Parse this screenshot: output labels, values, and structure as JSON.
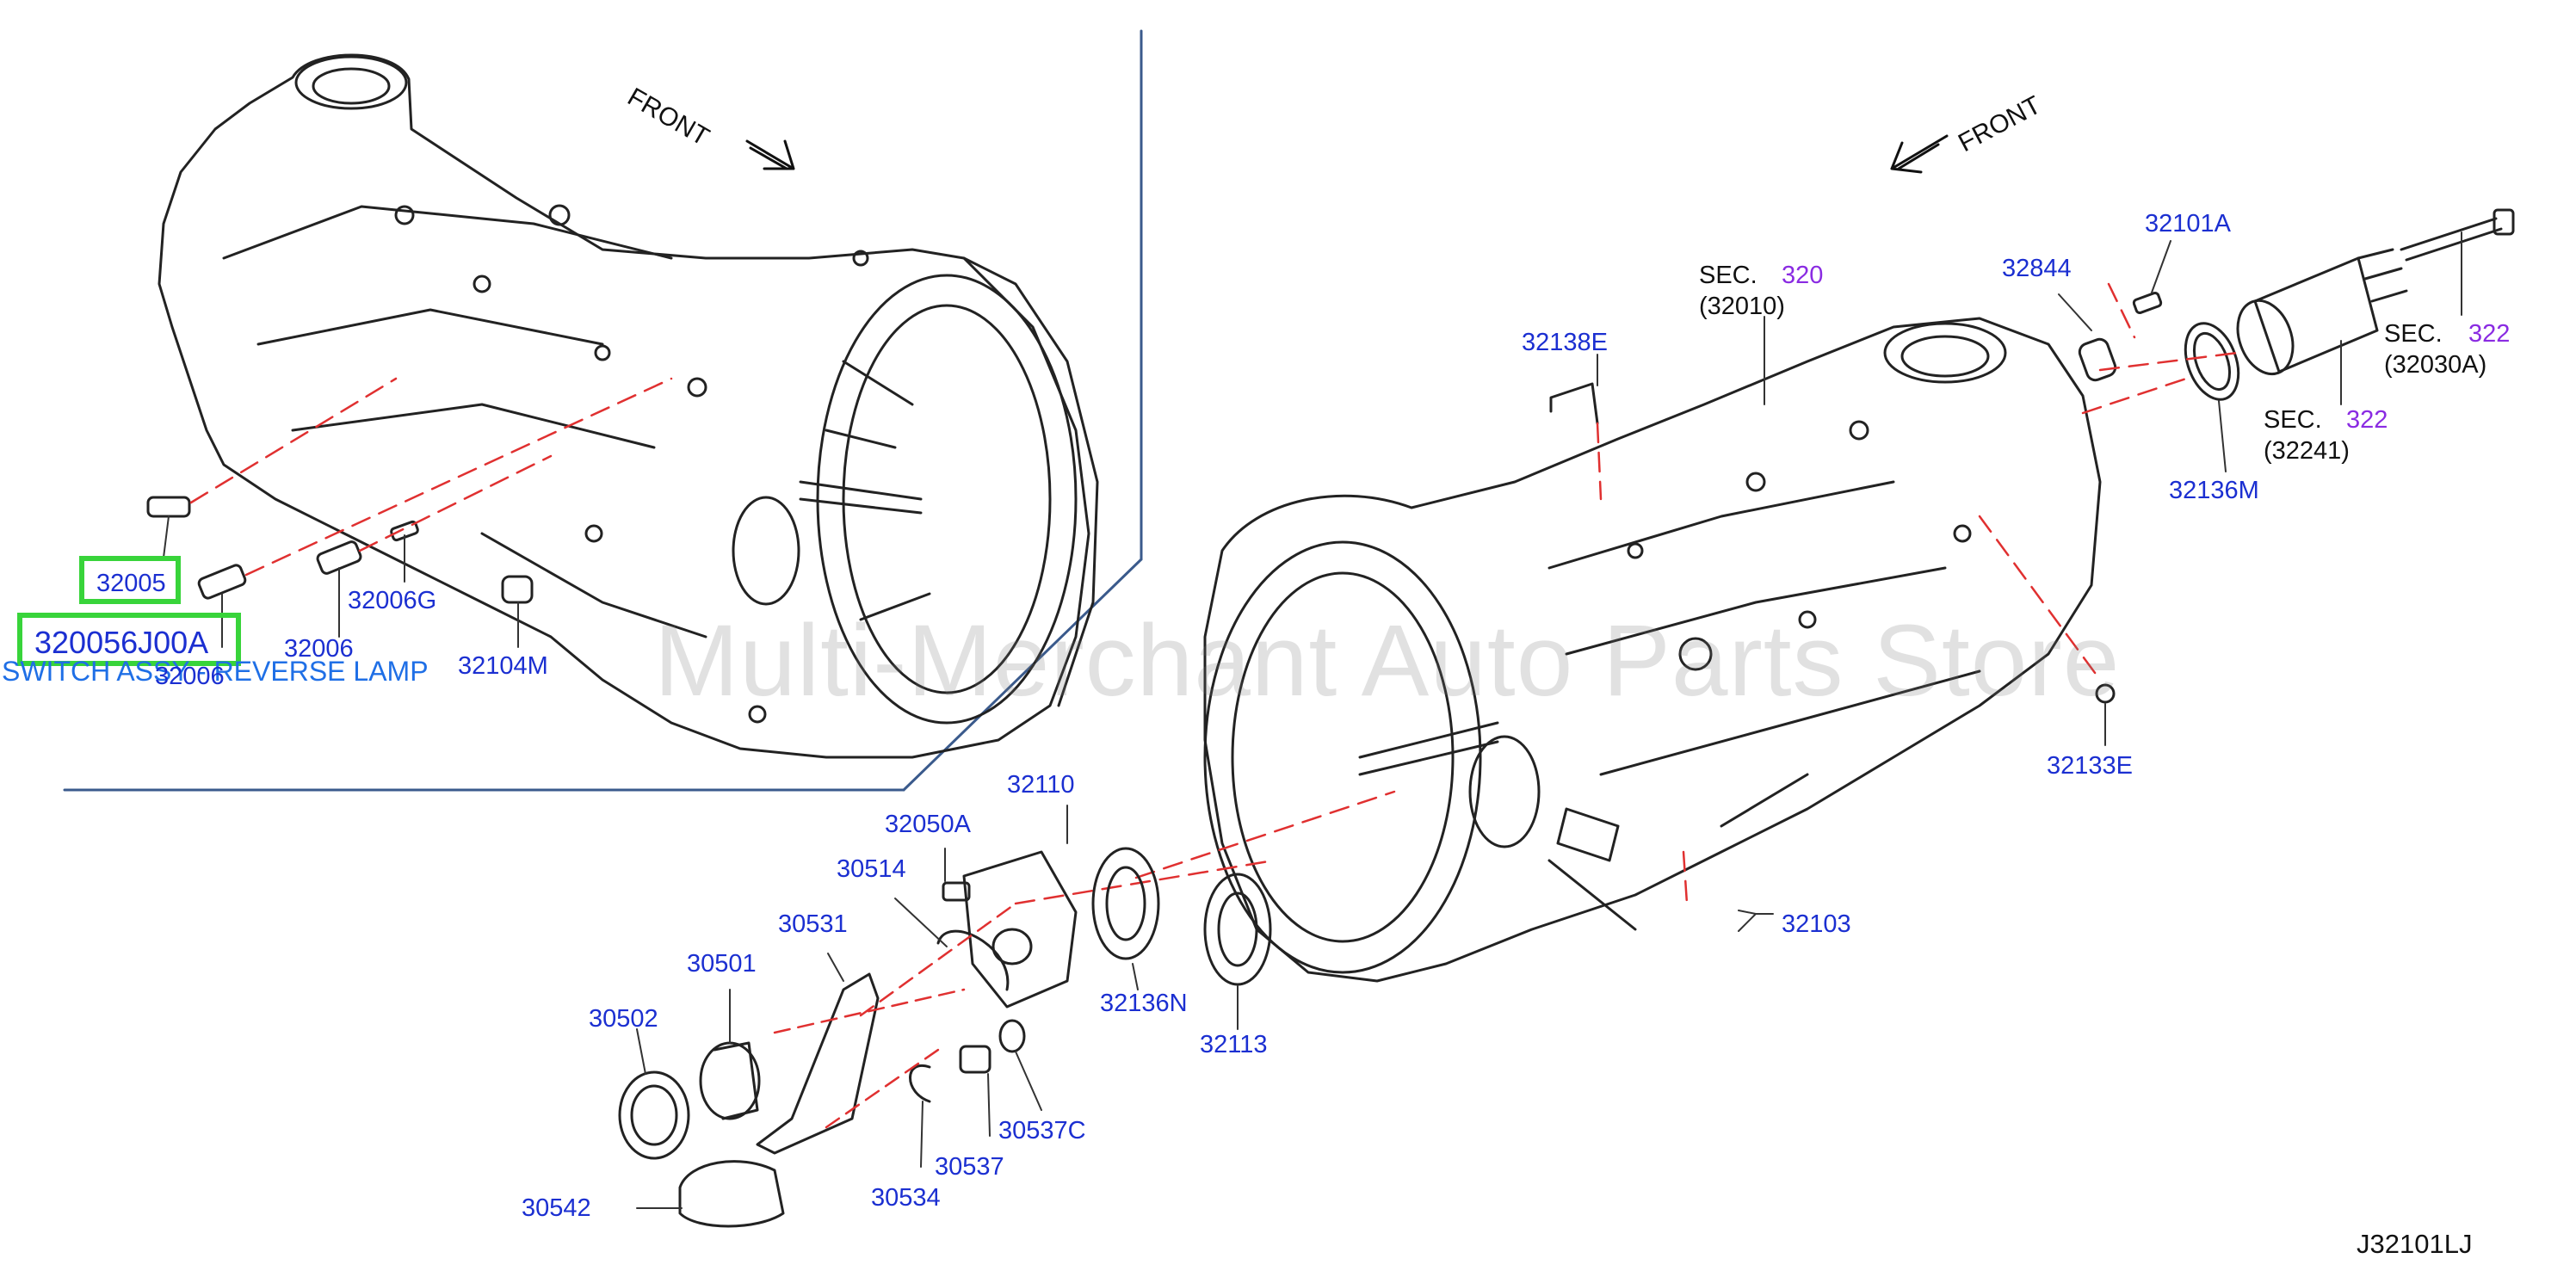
{
  "diagram": {
    "code": "J32101LJ",
    "watermark": "Multi-Merchant Auto Parts Store",
    "front_label": "FRONT",
    "highlight": {
      "part": "32005",
      "part_number": "320056J00A",
      "description": "SWITCH ASSY - REVERSE LAMP"
    },
    "sections": {
      "sec": "SEC.",
      "s320": "320",
      "s322": "322",
      "r32010": "(32010)",
      "r32030A": "(32030A)",
      "r32241": "(32241)"
    },
    "parts": {
      "p32006": "32006",
      "p32006b": "32006",
      "p32006G": "32006G",
      "p32104M": "32104M",
      "p32138E": "32138E",
      "p32844": "32844",
      "p32101A": "32101A",
      "p32136M": "32136M",
      "p32133E": "32133E",
      "p32110": "32110",
      "p32050A": "32050A",
      "p30514": "30514",
      "p30531": "30531",
      "p30501": "30501",
      "p30502": "30502",
      "p32136N": "32136N",
      "p32113": "32113",
      "p32103": "32103",
      "p30537C": "30537C",
      "p30537": "30537",
      "p30534": "30534",
      "p30542": "30542"
    }
  }
}
